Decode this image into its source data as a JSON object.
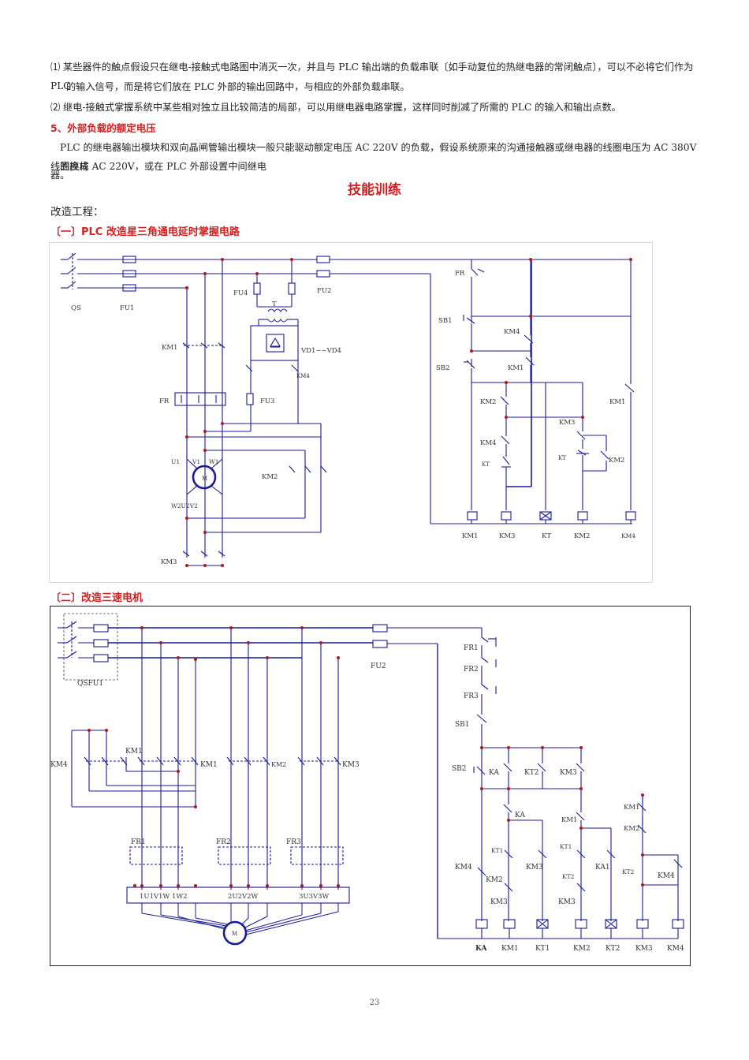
{
  "notes": {
    "item1_line1": "⑴  某些器件的触点假设只在继电-接触式电路图中消灭一次，并且与  PLC  输出端的负载串联〔如手动复位的热继电器的常闭触点〕，可以不必将它们作为  PLC",
    "item1_line2": "的输入信号，而是将它们放在 PLC 外部的输出回路中，与相应的外部负载串联。",
    "item2": "⑵  继电-接触式掌握系统中某些相对独立且比较简洁的局部，可以用继电器电路掌握，这样同时削减了所需的 PLC 的输入和输出点数。"
  },
  "section5": {
    "heading": "5、外部负载的额定电压",
    "line1": "PLC 的继电器输出模块和双向晶闸管输出模块一般只能驱动额定电压 AC 220V  的负载，假设系统原来的沟通接触器或继电器的线圈电压为 AC  380V 的应将",
    "line2": "线圈换成 AC 220V，或在 PLC 外部设置中间继电",
    "line3": "器。"
  },
  "training": {
    "title": "技能训练",
    "intro": "改造工程："
  },
  "diagram1": {
    "heading": "〔一〕PLC 改造星三角通电延时掌握电路",
    "labels": {
      "QS": "QS",
      "FU1": "FU1",
      "FU2": "FU2",
      "FU3": "FU3",
      "FU4": "FU4",
      "T": "T",
      "VD": "VD1~~VD4",
      "KM1_main": "KM1",
      "FR_main": "FR",
      "KM4_dc": "KM4",
      "KM2_main": "KM2",
      "KM3_main": "KM3",
      "U1": "U1",
      "V1": "V1",
      "W1": "W1",
      "W2U2V2": "W2U2V2",
      "motor": "M",
      "ctrl_FR": "FR",
      "ctrl_SB1": "SB1",
      "ctrl_SB2": "SB2",
      "ctrl_KM4": "KM4",
      "ctrl_KM1a": "KM1",
      "ctrl_KM2": "KM2",
      "ctrl_KM1b": "KM1",
      "ctrl_KM3": "KM3",
      "ctrl_KM4b": "KM4",
      "ctrl_KT": "KT",
      "ctrl_KTb": "KT",
      "ctrl_KM2b": "KM2"
    },
    "coils": [
      "KM1",
      "KM3",
      "KT",
      "KM2",
      "KM4"
    ]
  },
  "diagram2": {
    "heading": "〔二〕改造三速电机",
    "labels": {
      "QSFU1": "QSFU1",
      "FU2": "FU2",
      "FR1": "FR1",
      "FR2": "FR2",
      "FR3": "FR3",
      "SB1": "SB1",
      "SB2": "SB2",
      "KM4_left": "KM4",
      "KM1_top": "KM1",
      "KM1_main": "KM1",
      "KM2_main": "KM2",
      "KM3_main": "KM3",
      "FR1_h": "FR1",
      "FR2_h": "FR2",
      "FR3_h": "FR3",
      "term1": "1U1V1W 1W2",
      "term2": "2U2V2W",
      "term3": "3U3V3W",
      "motor": "M",
      "c_KA": "KA",
      "c_KT2": "KT2",
      "c_KM3": "KM3",
      "c_KA2": "KA",
      "c_KM1": "KM1",
      "c_KM1b": "KM1",
      "c_KM2": "KM2",
      "c_KT1": "KT1",
      "c_KT1b": "KT1",
      "c_KM4": "KM4",
      "c_KM3b": "KM3",
      "c_KA1": "KA1",
      "c_KT2b": "KT2",
      "c_KT2c": "KT2",
      "c_KM4b": "KM4",
      "c_KM2b": "KM2",
      "c_KM3c": "KM3",
      "c_KM3d": "KM3"
    },
    "coils": [
      "KA",
      "KM1",
      "KT1",
      "KM2",
      "KT2",
      "KM3",
      "KM4"
    ]
  },
  "page_number": "23",
  "colors": {
    "heading_red": "#d42020",
    "wire_blue": "#1a1a9c",
    "node_red": "#b01818"
  }
}
